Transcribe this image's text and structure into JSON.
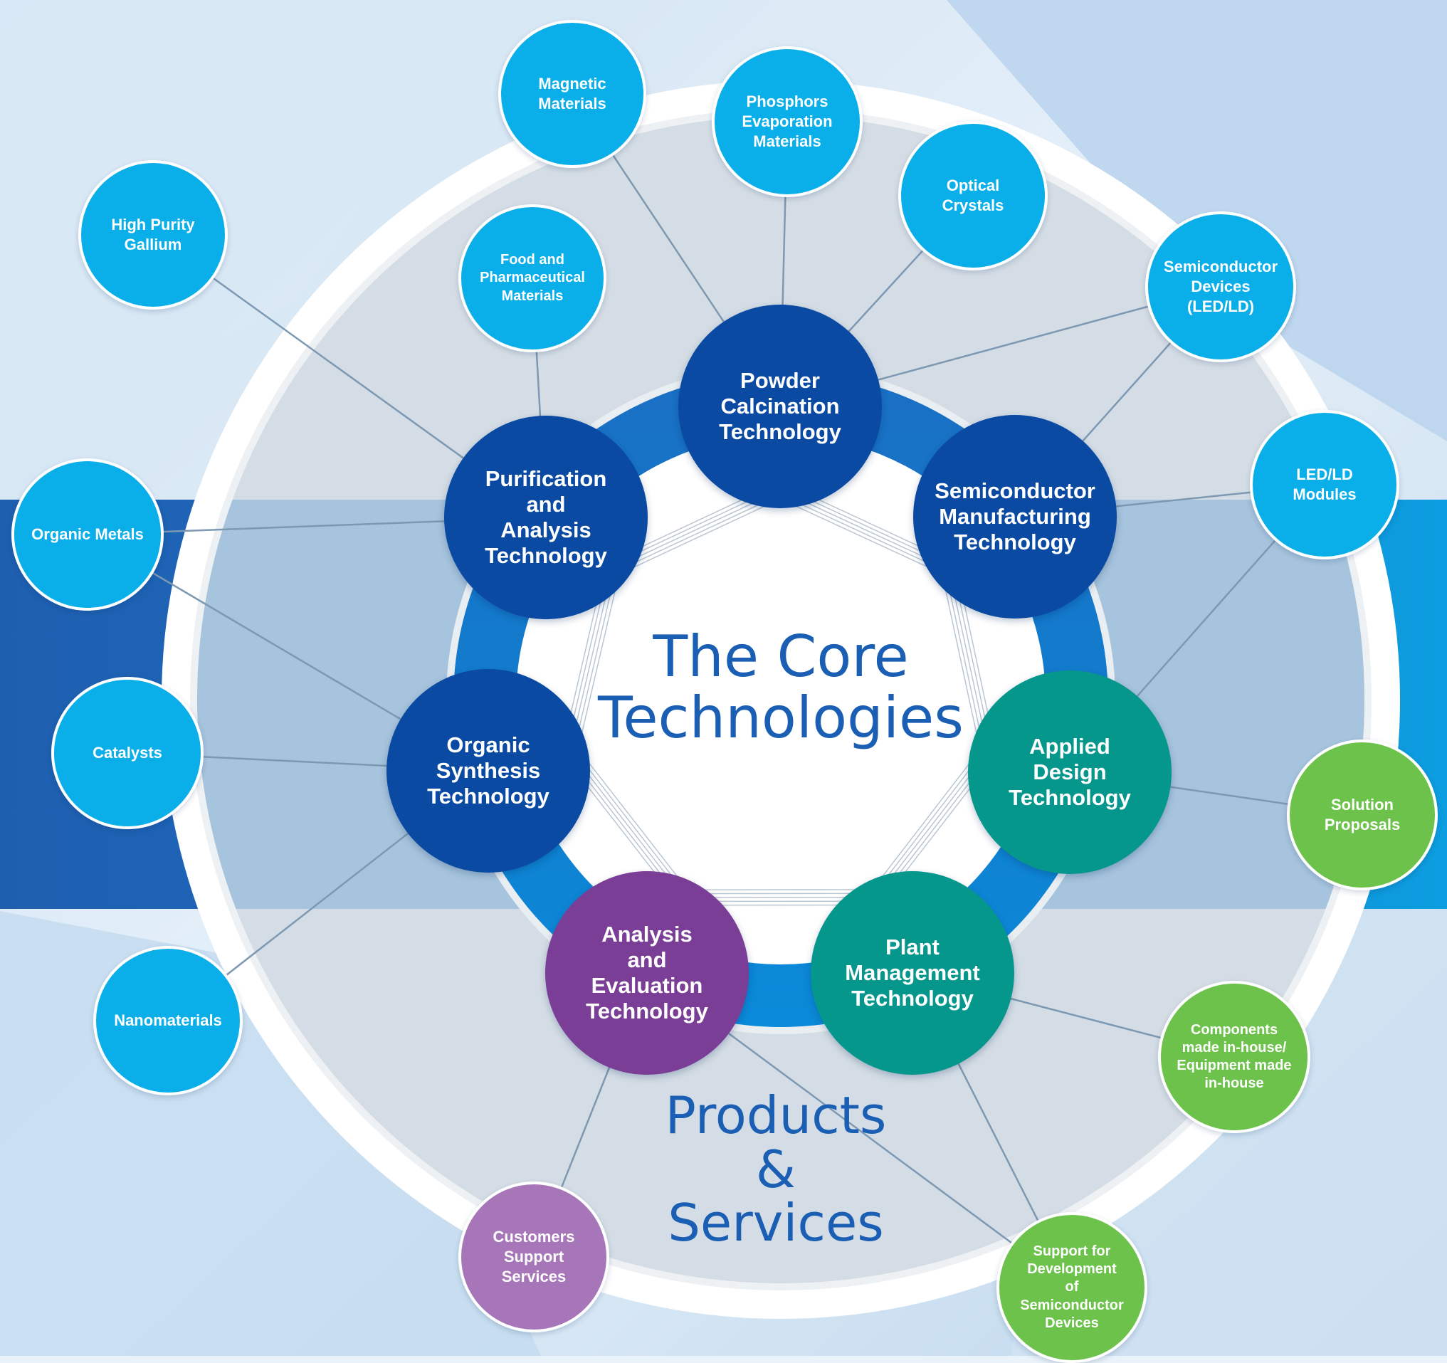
{
  "colors": {
    "core_blue": "#0a4aa3",
    "core_teal": "#05968c",
    "core_purple": "#7a3e97",
    "leaf_blue": "#0aaee8",
    "leaf_green": "#6cc24a",
    "leaf_purple": "#a676b8",
    "title_blue": "#1a5fb4"
  },
  "diagram": {
    "center_title": "The Core\nTechnologies",
    "outer_title": "Products\n&\nServices",
    "core_technologies": [
      {
        "id": "powder",
        "label": "Powder\nCalcination\nTechnology"
      },
      {
        "id": "semi",
        "label": "Semiconductor\nManufacturing\nTechnology"
      },
      {
        "id": "applied",
        "label": "Applied\nDesign\nTechnology"
      },
      {
        "id": "plant",
        "label": "Plant\nManagement\nTechnology"
      },
      {
        "id": "analysis",
        "label": "Analysis\nand\nEvaluation\nTechnology"
      },
      {
        "id": "organic",
        "label": "Organic\nSynthesis\nTechnology"
      },
      {
        "id": "purification",
        "label": "Purification\nand\nAnalysis\nTechnology"
      }
    ],
    "products": [
      {
        "id": "magnetic",
        "label": "Magnetic\nMaterials"
      },
      {
        "id": "phosphors",
        "label": "Phosphors\nEvaporation\nMaterials"
      },
      {
        "id": "optical",
        "label": "Optical\nCrystals"
      },
      {
        "id": "semidev",
        "label": "Semiconductor\nDevices\n(LED/LD)"
      },
      {
        "id": "ledld",
        "label": "LED/LD\nModules"
      },
      {
        "id": "solution",
        "label": "Solution\nProposals"
      },
      {
        "id": "components",
        "label": "Components\nmade in-house/\nEquipment made\nin-house"
      },
      {
        "id": "support",
        "label": "Support for\nDevelopment\nof\nSemiconductor\nDevices"
      },
      {
        "id": "customers",
        "label": "Customers\nSupport\nServices"
      },
      {
        "id": "nano",
        "label": "Nanomaterials"
      },
      {
        "id": "catalysts",
        "label": "Catalysts"
      },
      {
        "id": "organicmetals",
        "label": "Organic Metals"
      },
      {
        "id": "gallium",
        "label": "High Purity\nGallium"
      },
      {
        "id": "food",
        "label": "Food and\nPharmaceutical\nMaterials"
      }
    ]
  }
}
